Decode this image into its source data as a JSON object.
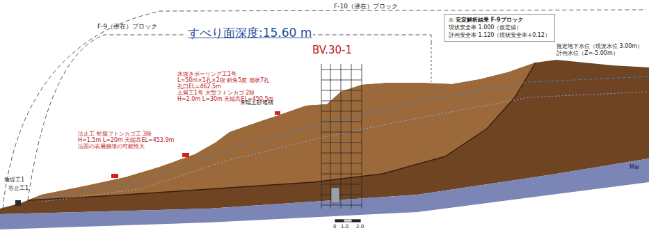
{
  "diagram": {
    "nodes": [
      {
        "text": [
          "◎ 安定解析結果 F-9ブロック",
          "現状安全率 1.000（仮定値）",
          "計画安全率 1.120（現状安全率+0.12）"
        ]
      }
    ],
    "labels": [
      "F-10（潜在）ブロック",
      "F-9（潜在）ブロック",
      "すべり面深度:15.60 m",
      "BV.30-1",
      "水抜きボーリング工1号",
      "L=50m×1孔×2段 斜角5度 扇状7孔",
      "孔口EL=462.5m",
      "土留工1号 大型フトンカゴ 2段",
      "H=2.0m L=30m 天端高EL=450.5m",
      "法止工 蛇籠フトンカゴ工 3段",
      "H=1.5m L=20m 天端高EL=453.9m",
      "法面の表層崩壊の可能性大",
      "末端土砂堆積",
      "堰堤工1",
      "谷止工1",
      "推定地下水位（現況水位 3.00m）",
      "計画水位（Z=-5.00m）",
      "Mw",
      "0",
      "1.0",
      "2.0"
    ]
  }
}
